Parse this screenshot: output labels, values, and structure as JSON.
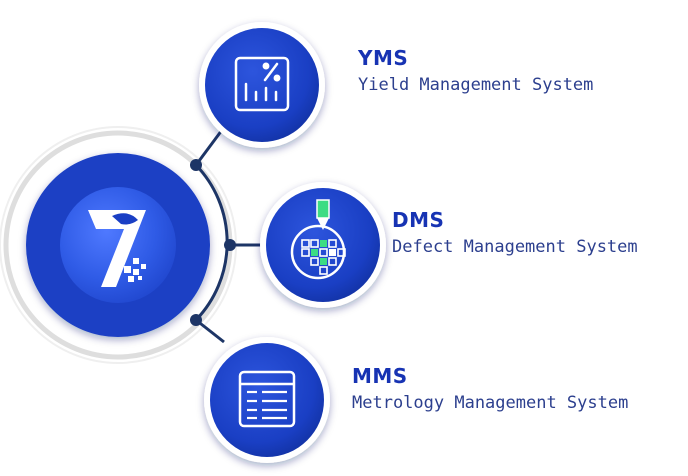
{
  "diagram": {
    "colors": {
      "brand_blue": "#1a3fc4",
      "deep_blue": "#0f2a9a",
      "connector": "#1d3566",
      "text_blue": "#2c3f8e",
      "accent_green": "#3ddc84"
    },
    "hub": {
      "icon": "logo-seven-icon"
    },
    "nodes": [
      {
        "code": "YMS",
        "name": "Yield Management System",
        "icon": "percent-chart-icon"
      },
      {
        "code": "DMS",
        "name": "Defect Management System",
        "icon": "defect-inspection-icon"
      },
      {
        "code": "MMS",
        "name": "Metrology Management System",
        "icon": "table-grid-icon"
      }
    ]
  }
}
